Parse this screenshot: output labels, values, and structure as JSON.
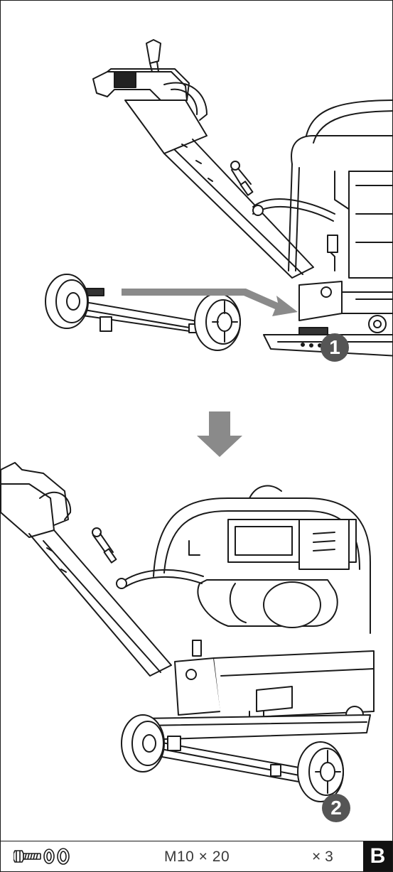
{
  "steps": [
    {
      "number": "1"
    },
    {
      "number": "2"
    }
  ],
  "footer": {
    "hardware_icons": [
      "bolt-icon",
      "lock-washer-icon",
      "flat-washer-icon"
    ],
    "spec": "M10 × 20",
    "quantity": "× 3",
    "section": "B"
  },
  "colors": {
    "line": "#1a1a1a",
    "arrow": "#8a8a8a",
    "badge": "#555555",
    "label_bg": "#111111"
  }
}
